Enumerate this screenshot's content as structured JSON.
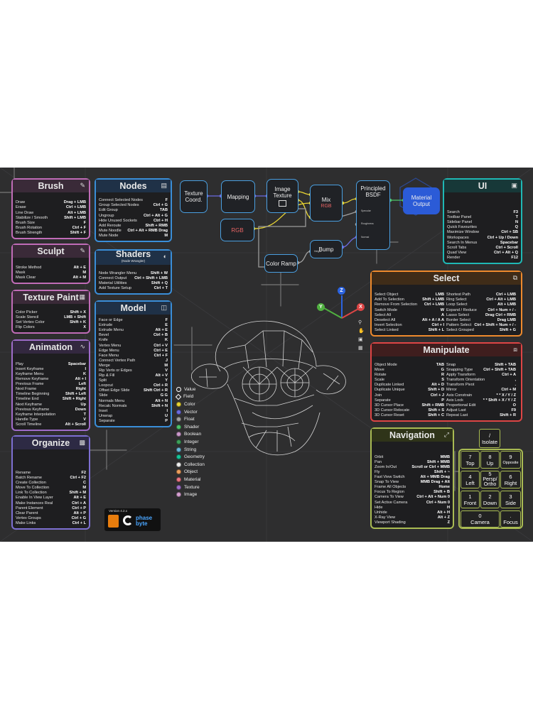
{
  "panels": {
    "brush": {
      "title": "Brush",
      "rows": [
        [
          "Draw",
          "Drag + LMB"
        ],
        [
          "Erase",
          "Ctrl + LMB"
        ],
        [
          "Line Draw",
          "Alt + LMB"
        ],
        [
          "Stabilize / Smooth",
          "Shift + LMB"
        ],
        [
          "Brush Size",
          "F"
        ],
        [
          "Brush Rotation",
          "Ctrl + F"
        ],
        [
          "Brush Strength",
          "Shift + F"
        ]
      ]
    },
    "sculpt": {
      "title": "Sculpt",
      "rows": [
        [
          "Stroke Method",
          "Alt + E"
        ],
        [
          "Mask",
          "M"
        ],
        [
          "Mask Clear",
          "Alt + M"
        ]
      ]
    },
    "texture_paint": {
      "title": "Texture Paint",
      "rows": [
        [
          "Color Picker",
          "Shift + X"
        ],
        [
          "Scale Stencil",
          "LMB + Shift"
        ],
        [
          "Set Vertex Color",
          "Shift + K"
        ],
        [
          "Flip Colors",
          "X"
        ]
      ]
    },
    "animation": {
      "title": "Animation",
      "rows": [
        [
          "Play",
          "Spacebar"
        ],
        [
          "Insert Keyframe",
          "I"
        ],
        [
          "Keyframe Menu",
          "K"
        ],
        [
          "Remove Keyframe",
          "Alt + I"
        ],
        [
          "Previous Frame",
          "Left"
        ],
        [
          "Next Frame",
          "Right"
        ],
        [
          "Timeline Beginning",
          "Shift + Left"
        ],
        [
          "Timeline End",
          "Shift + Right"
        ],
        [
          "Next Keyframe",
          "Up"
        ],
        [
          "Previous Keyframe",
          "Down"
        ],
        [
          "Keyframe Interpolation",
          "T"
        ],
        [
          "Handle Type",
          "V"
        ],
        [
          "Scroll Timeline",
          "Alt + Scroll"
        ]
      ]
    },
    "organize": {
      "title": "Organize",
      "rows": [
        [
          "Rename",
          "F2"
        ],
        [
          "Batch Rename",
          "Ctrl + F2"
        ],
        [
          "Create Collection",
          "C"
        ],
        [
          "Move To Collection",
          "M"
        ],
        [
          "Link To Collection",
          "Shift + M"
        ],
        [
          "Enable In View Layer",
          "Alt + E"
        ],
        [
          "Make Instances Real",
          "Ctrl + A"
        ],
        [
          "Parent Element",
          "Ctrl + P"
        ],
        [
          "Clear Parent",
          "Alt + P"
        ],
        [
          "Vertex Groups",
          "Ctrl + G"
        ],
        [
          "Make Links",
          "Ctrl + L"
        ]
      ]
    },
    "nodes": {
      "title": "Nodes",
      "rows": [
        [
          "Connect Selected Nodes",
          "F"
        ],
        [
          "Group Selected Nodes",
          "Ctrl + G"
        ],
        [
          "Edit Group",
          "TAB"
        ],
        [
          "Ungroup",
          "Ctrl + Alt + G"
        ],
        [
          "Hide Unused Sockets",
          "Ctrl + H"
        ],
        [
          "Add Reroute",
          "Shift + RMB"
        ],
        [
          "Mute Noodle",
          "Ctrl + Alt + RMB Drag"
        ],
        [
          "Mute Node",
          "M"
        ]
      ]
    },
    "shaders": {
      "title": "Shaders",
      "subtitle": "(Node Wrangler)",
      "rows": [
        [
          "Node Wrangler Menu",
          "Shift + W"
        ],
        [
          "Connect Output",
          "Ctrl + Shift + LMB"
        ],
        [
          "Material Utilities",
          "Shift + Q"
        ],
        [
          "Add Texture Setup",
          "Ctrl + T"
        ]
      ]
    },
    "model": {
      "title": "Model",
      "rows": [
        [
          "Face or Edge",
          "F"
        ],
        [
          "Extrude",
          "E"
        ],
        [
          "Extrude Menu",
          "Alt + E"
        ],
        [
          "Bevel",
          "Ctrl + B"
        ],
        [
          "Knife",
          "K"
        ],
        [
          "Vertex Menu",
          "Ctrl + V"
        ],
        [
          "Edge Menu",
          "Ctrl + E"
        ],
        [
          "Face Menu",
          "Ctrl + F"
        ],
        [
          "Connect Vertex Path",
          "J"
        ],
        [
          "Merge",
          "M"
        ],
        [
          "Rip Verts or Edges",
          "V"
        ],
        [
          "Rip & Fill",
          "Alt + V"
        ],
        [
          "Split",
          "Y"
        ],
        [
          "Loopcut",
          "Ctrl + R"
        ],
        [
          "Offset Edge Slide",
          "Shift Ctrl + R"
        ],
        [
          "Slide",
          "G G"
        ],
        [
          "Normals Menu",
          "Alt + N"
        ],
        [
          "Recalc Normals",
          "Shift + N"
        ],
        [
          "Inset",
          "I"
        ],
        [
          "Unwrap",
          "U"
        ],
        [
          "Separate",
          "P"
        ]
      ]
    },
    "ui": {
      "title": "UI",
      "rows": [
        [
          "Search",
          "F3"
        ],
        [
          "Toolbar Panel",
          "T"
        ],
        [
          "Sidebar Panel",
          "N"
        ],
        [
          "Quick Favourites",
          "Q"
        ],
        [
          "Maximize Window",
          "Ctrl + SB"
        ],
        [
          "Workspaces",
          "Ctrl + Up / Down"
        ],
        [
          "Search In Menus",
          "Spacebar"
        ],
        [
          "Scroll Tabs",
          "Ctrl + Scroll"
        ],
        [
          "Quad View",
          "Ctrl + Alt + Q"
        ],
        [
          "Render",
          "F12"
        ]
      ]
    },
    "select": {
      "title": "Select",
      "rows": [
        [
          "Select Object",
          "LMB",
          "Shortest Path",
          "Ctrl + LMB"
        ],
        [
          "Add To Selection",
          "Shift + LMB",
          "Ring Select",
          "Ctrl + Alt + LMB"
        ],
        [
          "Remove From Selection",
          "Ctrl + LMB",
          "Loop Select",
          "Alt + LMB"
        ],
        [
          "Switch Mode",
          "W",
          "Expand / Reduce",
          "Ctrl + Num + / -"
        ],
        [
          "Select All",
          "A",
          "Lasso Select",
          "Drag Ctrl + RMB"
        ],
        [
          "Deselect All",
          "Alt + A / A A",
          "Border Select",
          "Drag LMB"
        ],
        [
          "Invert Selection",
          "Ctrl + I",
          "Pattern Select",
          "Ctrl + Shift + Num + / -"
        ],
        [
          "Select Linked",
          "Shift + L",
          "Select Grouped",
          "Shift + G"
        ]
      ]
    },
    "manipulate": {
      "title": "Manipulate",
      "rows": [
        [
          "Object Mode",
          "TAB",
          "Snap",
          "Shift + TAB"
        ],
        [
          "Move",
          "G",
          "Snapping Type",
          "Ctrl + Shift + TAB"
        ],
        [
          "Rotate",
          "R",
          "Apply Transform",
          "Ctrl + A"
        ],
        [
          "Scale",
          "S",
          "Transform Orientation",
          ","
        ],
        [
          "Duplicate Linked",
          "Alt + D",
          "Transform Pivot",
          "."
        ],
        [
          "Duplicate Unique",
          "Shift + D",
          "Mirror",
          "Ctrl + M"
        ],
        [
          "Join",
          "Ctrl + J",
          "Axis Constrain",
          "* * X / Y / Z"
        ],
        [
          "Separate",
          "P",
          "Axis Lock",
          "* * Shift + X / Y / Z"
        ],
        [
          "3D Cursor Place",
          "Shift + RMB",
          "Proportional Edit",
          "O"
        ],
        [
          "3D Cursor Relocate",
          "Shift + S",
          "Adjust Last",
          "F9"
        ],
        [
          "3D Cursor Reset",
          "Shift + C",
          "Repeat Last",
          "Shift + R"
        ]
      ]
    },
    "navigation": {
      "title": "Navigation",
      "rows": [
        [
          "Orbit",
          "MMB"
        ],
        [
          "Pan",
          "Shift + MMB"
        ],
        [
          "Zoom In/Out",
          "Scroll or Ctrl + MMB"
        ],
        [
          "Fly",
          "Shift + ~"
        ],
        [
          "Fast View Switch",
          "Alt + MMB Drag"
        ],
        [
          "Snap To View",
          "MMB Drag + Alt"
        ],
        [
          "Frame All Objects",
          "Home"
        ],
        [
          "Focus To Region",
          "Shift + B"
        ],
        [
          "Camera To View",
          "Ctrl + Alt + Num 0"
        ],
        [
          "Set Active Camera",
          "Ctrl + Num 0"
        ],
        [
          "Hide",
          "H"
        ],
        [
          "Unhide",
          "Alt + H"
        ],
        [
          "X-Ray View",
          "Alt + Z"
        ],
        [
          "Viewport Shading",
          "Z"
        ]
      ]
    }
  },
  "nodes": {
    "texture_coord": "Texture\nCoord.",
    "mapping": "Mapping",
    "image_texture": "Image\nTexture",
    "rgb": "RGB",
    "mix": "Mix",
    "mix_rgb": "RGB",
    "principled": "Principled\nBSDF",
    "material_output": "Material\nOutput",
    "color_ramp": "Color Ramp",
    "bump": "Bump",
    "sock_specular": "Specular",
    "sock_roughness": "Roughness",
    "sock_normal": "Normal",
    "sock_height": "Height"
  },
  "sockets": [
    {
      "label": "Value",
      "color": "#ffffff"
    },
    {
      "label": "Field",
      "color": "#ffffff"
    },
    {
      "label": "Color",
      "color": "#e8d433"
    },
    {
      "label": "Vector",
      "color": "#6c6ce0"
    },
    {
      "label": "Float",
      "color": "#a0a0a0"
    },
    {
      "label": "Shader",
      "color": "#4dc46a"
    },
    {
      "label": "Boolean",
      "color": "#cc99cc"
    },
    {
      "label": "Integer",
      "color": "#3ea05a"
    },
    {
      "label": "String",
      "color": "#6bb8d9"
    },
    {
      "label": "Geometry",
      "color": "#16c59a"
    },
    {
      "label": "Collection",
      "color": "#f0f0f0"
    },
    {
      "label": "Object",
      "color": "#ed9e5c"
    },
    {
      "label": "Material",
      "color": "#eb7582"
    },
    {
      "label": "Texture",
      "color": "#9e6ec9"
    },
    {
      "label": "Image",
      "color": "#d6a0d1"
    }
  ],
  "axes": {
    "x": "X",
    "y": "Y",
    "z": "Z"
  },
  "numpad": {
    "slash": "/",
    "isolate": "Isolate",
    "k7": "7",
    "k7l": "Top",
    "k8": "8",
    "k8l": "Up",
    "k9": "9",
    "k9l": "Opposite",
    "k4": "4",
    "k4l": "Left",
    "k5": "5",
    "k5l": "Persp/\nOrtho",
    "k6": "6",
    "k6l": "Right",
    "k1": "1",
    "k1l": "Front",
    "k2": "2",
    "k2l": "Down",
    "k3": "3",
    "k3l": "Side",
    "k0": "0",
    "k0l": "Camera",
    "kdot": ".",
    "kdotl": "Focus"
  },
  "version": {
    "label": "Version 4.2.x",
    "brand1": "phase",
    "brand2": "byte"
  },
  "colors": {
    "brush": "#c06cb7",
    "sculpt": "#c06cb7",
    "texture_paint": "#c06cb7",
    "animation": "#9f6cc9",
    "organize": "#7d6fd2",
    "nodes": "#3a8ed8",
    "model": "#3a8ed8",
    "ui": "#1fb8b5",
    "select": "#ee8a2d",
    "manipulate": "#dd4545",
    "navigation": "#a9bb53",
    "background": "#2e2e2f"
  }
}
